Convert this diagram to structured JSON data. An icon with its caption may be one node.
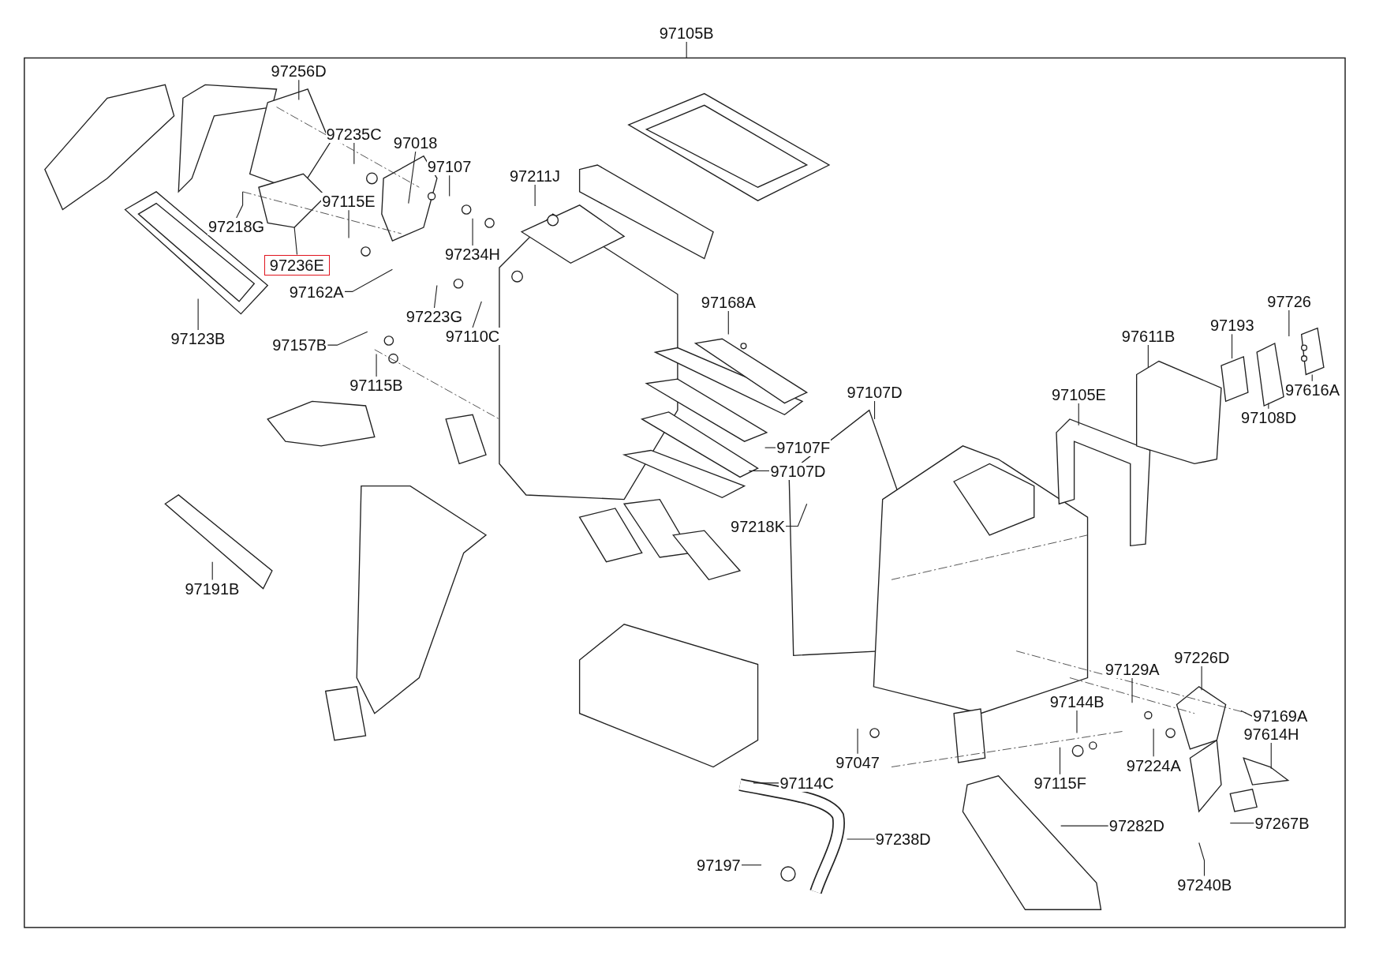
{
  "diagram": {
    "nodes": [
      {
        "text": [
          "97105B"
        ]
      },
      {
        "text": [
          "97256D"
        ]
      },
      {
        "text": [
          "97235C"
        ]
      },
      {
        "text": [
          "97018"
        ]
      },
      {
        "text": [
          "97107"
        ]
      },
      {
        "text": [
          "97211J"
        ]
      },
      {
        "text": [
          "97115E"
        ]
      },
      {
        "text": [
          "97218G"
        ]
      },
      {
        "text": [
          "97234H"
        ]
      },
      {
        "text": [
          "97236E"
        ]
      },
      {
        "text": [
          "97162A"
        ]
      },
      {
        "text": [
          "97223G"
        ]
      },
      {
        "text": [
          "97110C"
        ]
      },
      {
        "text": [
          "97123B"
        ]
      },
      {
        "text": [
          "97168A"
        ]
      },
      {
        "text": [
          "97157B"
        ]
      },
      {
        "text": [
          "97115B"
        ]
      },
      {
        "text": [
          "97726"
        ]
      },
      {
        "text": [
          "97193"
        ]
      },
      {
        "text": [
          "97611B"
        ]
      },
      {
        "text": [
          "97616A"
        ]
      },
      {
        "text": [
          "97107D"
        ]
      },
      {
        "text": [
          "97105E"
        ]
      },
      {
        "text": [
          "97108D"
        ]
      },
      {
        "text": [
          "97107F"
        ]
      },
      {
        "text": [
          "97107D"
        ]
      },
      {
        "text": [
          "97218K"
        ]
      },
      {
        "text": [
          "97191B"
        ]
      },
      {
        "text": [
          "97226D"
        ]
      },
      {
        "text": [
          "97129A"
        ]
      },
      {
        "text": [
          "97144B"
        ]
      },
      {
        "text": [
          "97169A"
        ]
      },
      {
        "text": [
          "97614H"
        ]
      },
      {
        "text": [
          "97047"
        ]
      },
      {
        "text": [
          "97224A"
        ]
      },
      {
        "text": [
          "97115F"
        ]
      },
      {
        "text": [
          "97114C"
        ]
      },
      {
        "text": [
          "97282D"
        ]
      },
      {
        "text": [
          "97267B"
        ]
      },
      {
        "text": [
          "97238D"
        ]
      },
      {
        "text": [
          "97197"
        ]
      },
      {
        "text": [
          "97240B"
        ]
      }
    ],
    "edges": [
      {
        "from": 0,
        "to": null,
        "arrow": "none"
      },
      {
        "from": 1,
        "to": null,
        "arrow": "none"
      },
      {
        "from": 2,
        "to": null,
        "arrow": "none"
      },
      {
        "from": 3,
        "to": null,
        "arrow": "none"
      },
      {
        "from": 4,
        "to": null,
        "arrow": "none"
      },
      {
        "from": 5,
        "to": null,
        "arrow": "none"
      },
      {
        "from": 6,
        "to": null,
        "arrow": "none"
      },
      {
        "from": 7,
        "to": null,
        "arrow": "none"
      },
      {
        "from": 8,
        "to": null,
        "arrow": "none"
      },
      {
        "from": 9,
        "to": null,
        "arrow": "none"
      },
      {
        "from": 10,
        "to": null,
        "arrow": "none"
      },
      {
        "from": 11,
        "to": null,
        "arrow": "none"
      },
      {
        "from": 12,
        "to": null,
        "arrow": "none"
      },
      {
        "from": 13,
        "to": null,
        "arrow": "none"
      },
      {
        "from": 14,
        "to": null,
        "arrow": "none"
      },
      {
        "from": 15,
        "to": null,
        "arrow": "none"
      },
      {
        "from": 16,
        "to": null,
        "arrow": "none"
      },
      {
        "from": 17,
        "to": null,
        "arrow": "none"
      },
      {
        "from": 18,
        "to": null,
        "arrow": "none"
      },
      {
        "from": 19,
        "to": null,
        "arrow": "none"
      },
      {
        "from": 20,
        "to": null,
        "arrow": "none"
      },
      {
        "from": 21,
        "to": null,
        "arrow": "none"
      },
      {
        "from": 22,
        "to": null,
        "arrow": "none"
      },
      {
        "from": 23,
        "to": null,
        "arrow": "none"
      },
      {
        "from": 24,
        "to": null,
        "arrow": "none"
      },
      {
        "from": 25,
        "to": null,
        "arrow": "none"
      },
      {
        "from": 26,
        "to": null,
        "arrow": "none"
      },
      {
        "from": 27,
        "to": null,
        "arrow": "none"
      },
      {
        "from": 28,
        "to": null,
        "arrow": "none"
      },
      {
        "from": 29,
        "to": null,
        "arrow": "none"
      },
      {
        "from": 30,
        "to": null,
        "arrow": "none"
      },
      {
        "from": 31,
        "to": null,
        "arrow": "none"
      },
      {
        "from": 32,
        "to": null,
        "arrow": "none"
      },
      {
        "from": 33,
        "to": null,
        "arrow": "none"
      },
      {
        "from": 34,
        "to": null,
        "arrow": "none"
      },
      {
        "from": 35,
        "to": null,
        "arrow": "none"
      },
      {
        "from": 36,
        "to": null,
        "arrow": "none"
      },
      {
        "from": 37,
        "to": null,
        "arrow": "none"
      },
      {
        "from": 38,
        "to": null,
        "arrow": "none"
      },
      {
        "from": 39,
        "to": null,
        "arrow": "none"
      },
      {
        "from": 40,
        "to": null,
        "arrow": "none"
      },
      {
        "from": 41,
        "to": null,
        "arrow": "none"
      }
    ]
  }
}
